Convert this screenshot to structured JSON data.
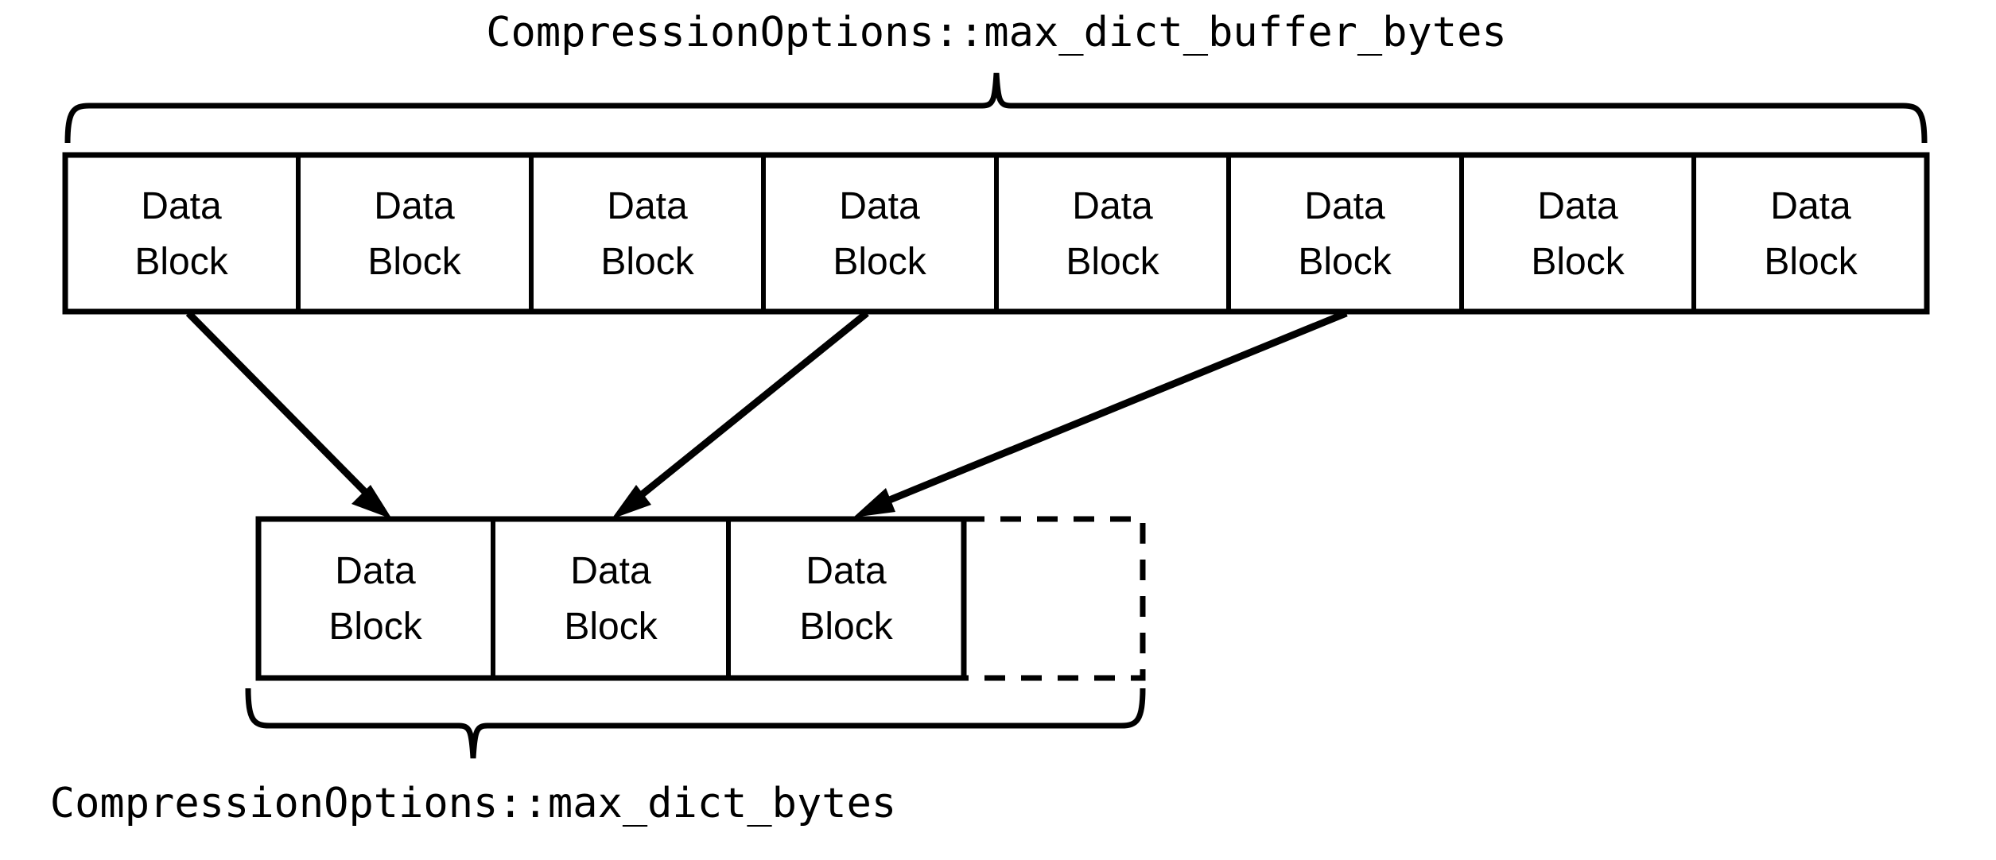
{
  "diagram": {
    "title_top": "CompressionOptions::max_dict_buffer_bytes",
    "title_bottom": "CompressionOptions::max_dict_bytes",
    "block_label_line1": "Data",
    "block_label_line2": "Block",
    "colors": {
      "stroke": "#000000",
      "fill": "#ffffff",
      "background": "#ffffff"
    },
    "top_row": {
      "name": "buffered-data-blocks",
      "block_count": 8,
      "blocks": [
        {
          "line1": "Data",
          "line2": "Block"
        },
        {
          "line1": "Data",
          "line2": "Block"
        },
        {
          "line1": "Data",
          "line2": "Block"
        },
        {
          "line1": "Data",
          "line2": "Block"
        },
        {
          "line1": "Data",
          "line2": "Block"
        },
        {
          "line1": "Data",
          "line2": "Block"
        },
        {
          "line1": "Data",
          "line2": "Block"
        },
        {
          "line1": "Data",
          "line2": "Block"
        }
      ]
    },
    "bottom_row": {
      "name": "sampled-dictionary-blocks",
      "block_count": 3,
      "blocks": [
        {
          "line1": "Data",
          "line2": "Block"
        },
        {
          "line1": "Data",
          "line2": "Block"
        },
        {
          "line1": "Data",
          "line2": "Block"
        }
      ],
      "placeholder_slots": 1,
      "placeholder_style": "dashed"
    },
    "arrows": [
      {
        "name": "sample-arrow-1",
        "from_block_index": 0,
        "to_block_index": 0
      },
      {
        "name": "sample-arrow-2",
        "from_block_index": 3,
        "to_block_index": 1
      },
      {
        "name": "sample-arrow-3",
        "from_block_index": 5,
        "to_block_index": 2
      }
    ],
    "braces": [
      {
        "name": "top-brace",
        "label_ref": "title_top",
        "direction": "up"
      },
      {
        "name": "bottom-brace",
        "label_ref": "title_bottom",
        "direction": "down"
      }
    ]
  }
}
